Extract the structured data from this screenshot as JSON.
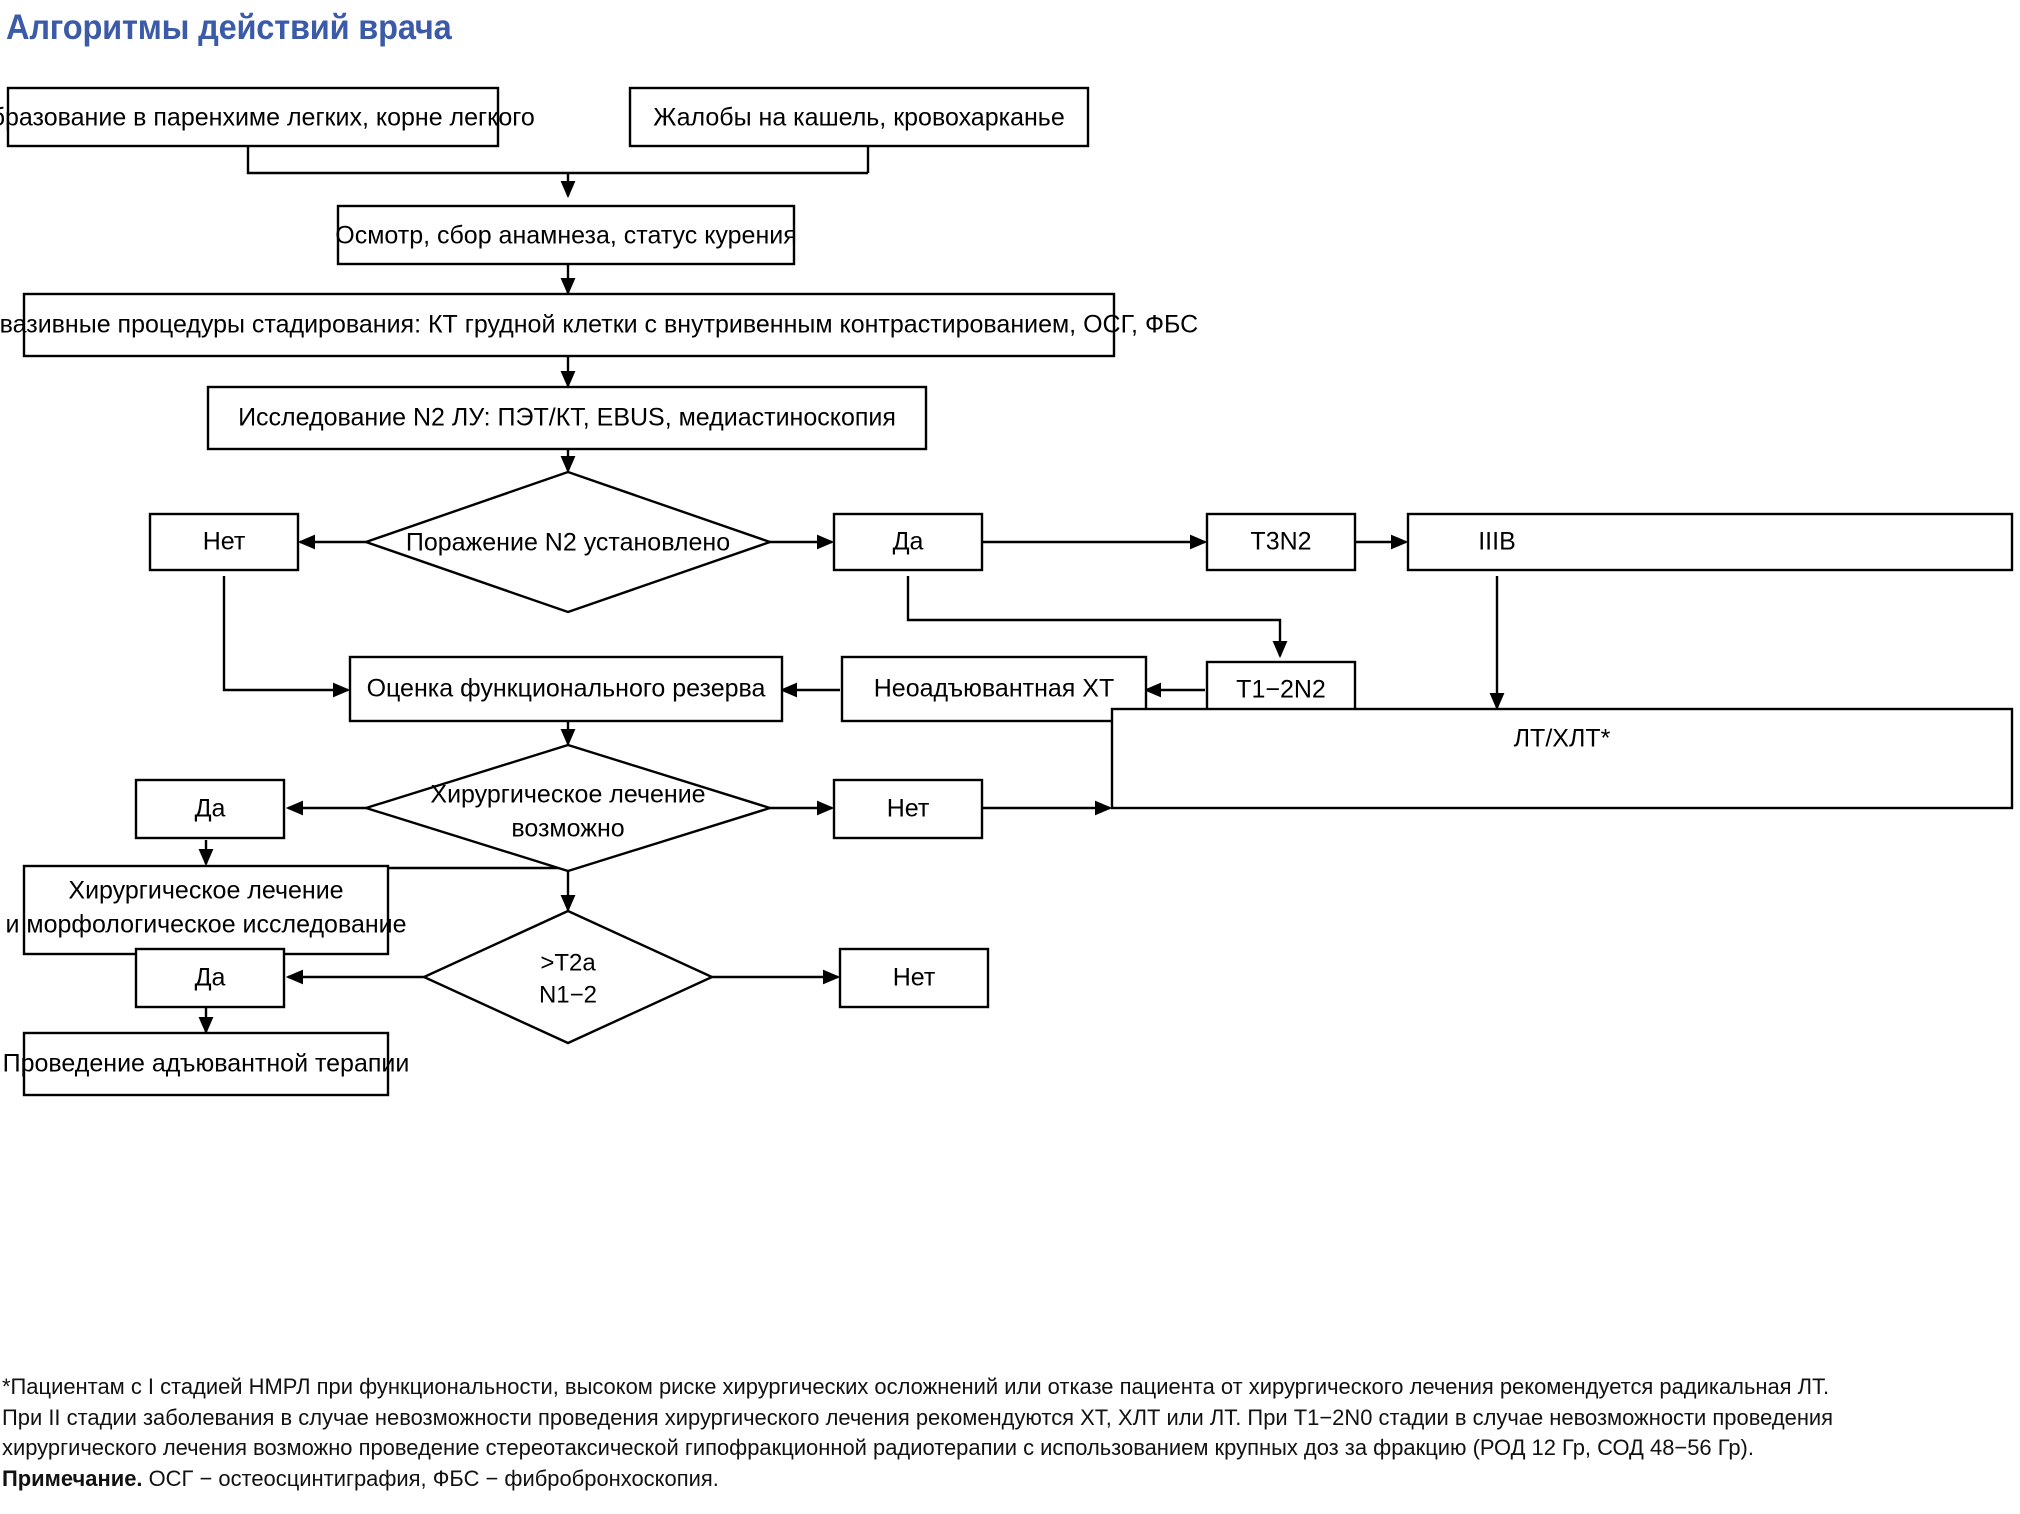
{
  "title": "Алгоритмы действий врача",
  "accent_color": "#3b5ba8",
  "nodes": {
    "lung_mass": "Образование в паренхиме легких, корне легкого",
    "complaints": "Жалобы на кашель, кровохарканье",
    "examination": "Осмотр, сбор анамнеза, статус курения",
    "noninvasive": "Неинвазивные процедуры стадирования: КТ грудной клетки с внутривенным контрастированием, ОСГ, ФБС",
    "n2_study": "Исследование N2 ЛУ: ПЭТ/КТ, EBUS, медиастиноскопия",
    "n2_decision": "Поражение N2 установлено",
    "n2_no": "Нет",
    "n2_yes": "Да",
    "t3n2": "T3N2",
    "iiib": "IIIB",
    "t12n2": "T1−2N2",
    "neoadjuvant": "Неоадъювантная ХТ",
    "functional_reserve": "Оценка функционального резерва",
    "surgery_decision_line1": "Хирургическое лечение",
    "surgery_decision_line2": "возможно",
    "surgery_yes": "Да",
    "surgery_no": "Нет",
    "radiotherapy": "ЛТ/ХЛТ*",
    "surgery_morph_line1": "Хирургическое лечение",
    "surgery_morph_line2": "и морфологическое исследование",
    "t2a_decision_line1": ">T2a",
    "t2a_decision_line2": "N1−2",
    "t2a_yes": "Да",
    "t2a_no": "Нет",
    "adjuvant": "Проведение адъювантной терапии"
  },
  "footnotes": {
    "line1": "*Пациентам с I стадией НМРЛ при функциональности, высоком риске хирургических осложнений или отказе пациента от хирургического лечения рекомендуется радикальная ЛТ.",
    "line2": "При II стадии заболевания в случае невозможности проведения хирургического лечения рекомендуются ХТ, ХЛТ или ЛТ. При T1−2N0 стадии в случае невозможности проведения",
    "line3": "хирургического лечения возможно проведение стереотаксической гипофракционной радиотерапии с использованием крупных доз за фракцию (РОД 12 Гр, СОД 48−56 Гр).",
    "note_label": "Примечание.",
    "note_text": " ОСГ − остеосцинтиграфия, ФБС − фибробронхоскопия."
  }
}
